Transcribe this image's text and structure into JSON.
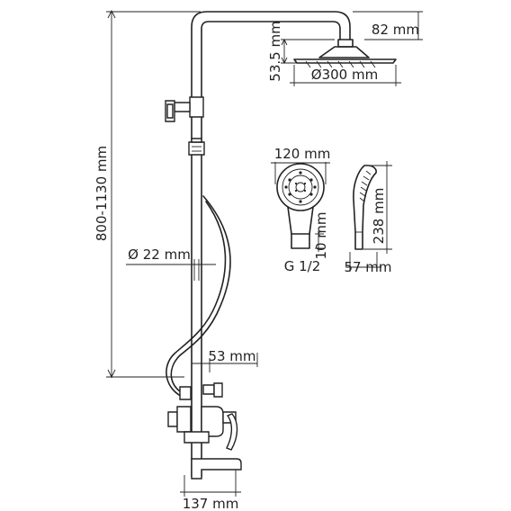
{
  "dimensions": {
    "overall_height": "800-1130 mm",
    "head_drop": "82 mm",
    "head_thickness": "53.5 mm",
    "head_diameter": "Ø300 mm",
    "hand_width": "120 mm",
    "hand_thread_len": "10 mm",
    "hand_thread": "G 1/2",
    "hand_length": "238 mm",
    "hand_depth": "57 mm",
    "pipe_diameter": "Ø 22 mm",
    "wall_offset": "53 mm",
    "mixer_depth": "137 mm"
  },
  "colors": {
    "line": "#222222",
    "background": "#ffffff"
  }
}
